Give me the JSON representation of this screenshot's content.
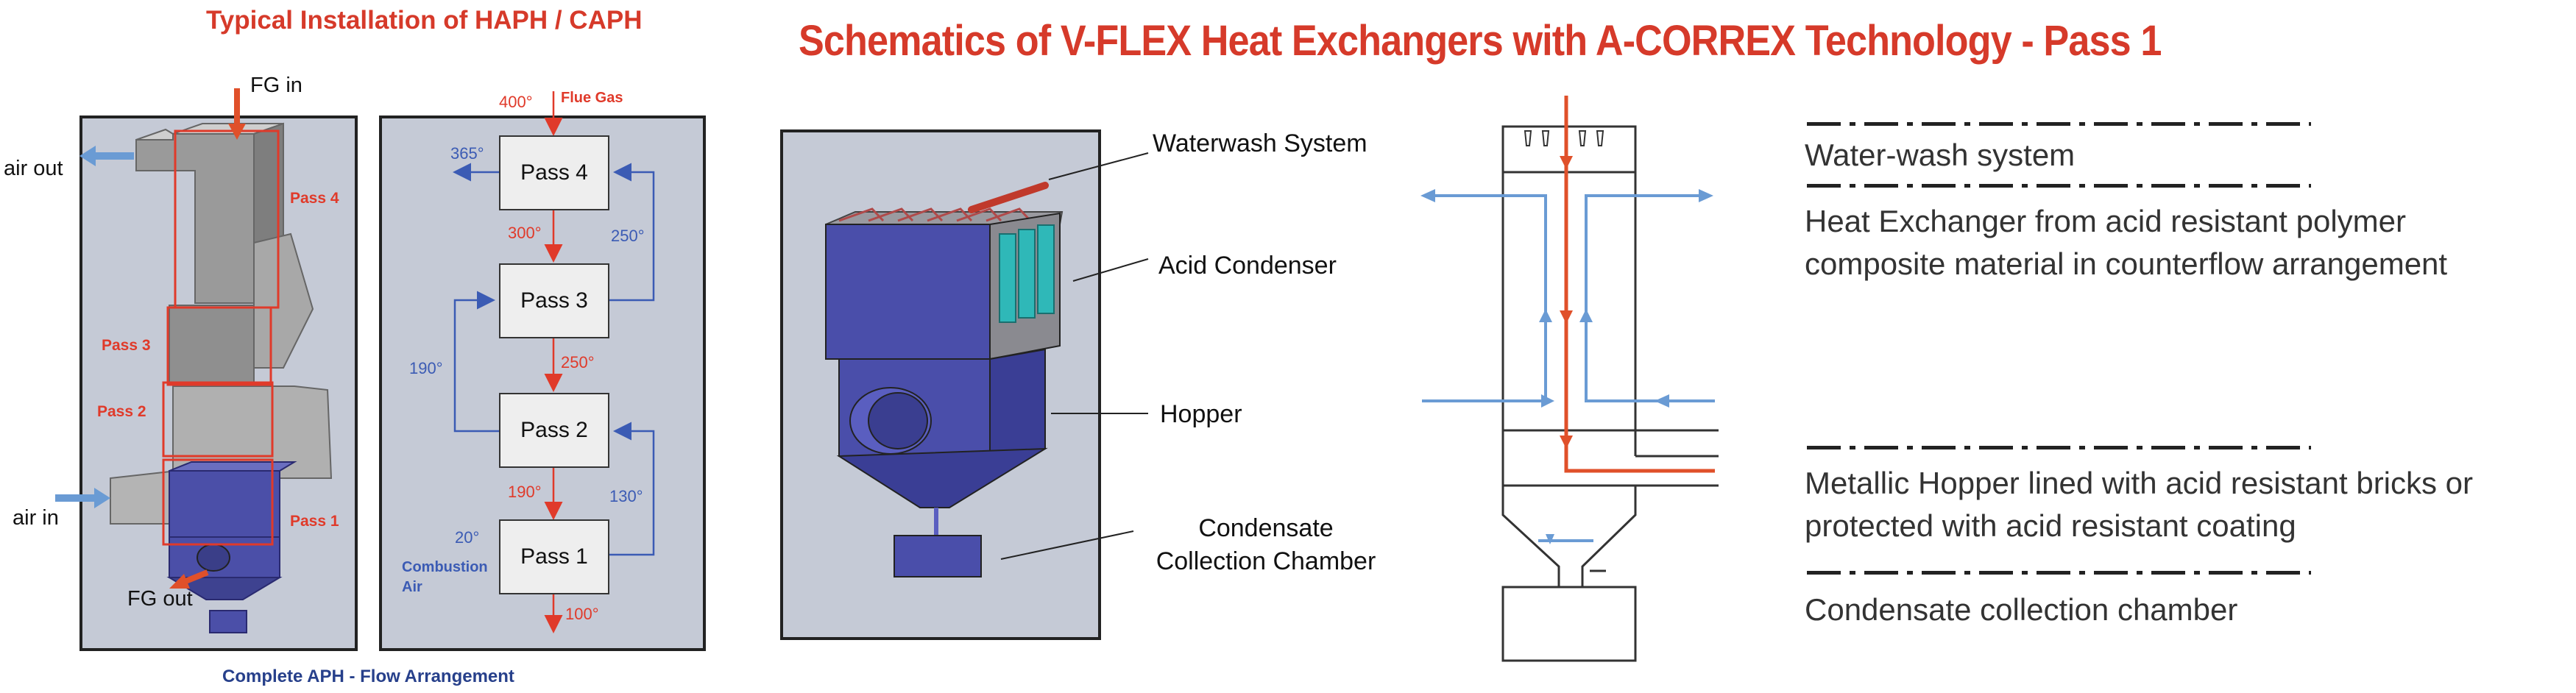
{
  "left_title": "Typical Installation of HAPH / CAPH",
  "main_title": "Schematics of V-FLEX Heat Exchangers with A-CORREX Technology - Pass 1",
  "bottom_caption": "Complete APH - Flow Arrangement",
  "installation": {
    "fg_in": "FG in",
    "air_out": "air out",
    "air_in": "air in",
    "fg_out": "FG out",
    "pass_labels": [
      "Pass 4",
      "Pass 3",
      "Pass 2",
      "Pass 1"
    ]
  },
  "flow": {
    "flue_gas_label": "Flue Gas",
    "combustion_air_line1": "Combustion",
    "combustion_air_line2": "Air",
    "boxes": [
      "Pass 4",
      "Pass 3",
      "Pass 2",
      "Pass 1"
    ],
    "temps_red": [
      "400°",
      "300°",
      "250°",
      "190°",
      "100°"
    ],
    "temps_blue": [
      "365°",
      "250°",
      "190°",
      "130°",
      "20°"
    ]
  },
  "render": {
    "callouts": {
      "waterwash": "Waterwash System",
      "acid_condenser": "Acid Condenser",
      "hopper": "Hopper",
      "condensate_line1": "Condensate",
      "condensate_line2": "Collection Chamber"
    }
  },
  "legend": {
    "water_wash": "Water-wash system",
    "heat_exchanger_line1": "Heat Exchanger from acid resistant polymer",
    "heat_exchanger_line2": "composite material in counterflow arrangement",
    "hopper_line1": "Metallic Hopper lined with acid resistant bricks or",
    "hopper_line2": "protected with acid resistant coating",
    "condensate": "Condensate collection chamber"
  },
  "colors": {
    "title_red": "#d63a2a",
    "flow_red": "#e03a2a",
    "flow_blue": "#3b5bb4",
    "schematic_blue": "#6a9bd4",
    "schematic_red": "#e0502a",
    "unit_blue": "#4b4fa8",
    "condenser_cyan": "#2fb8b8"
  }
}
